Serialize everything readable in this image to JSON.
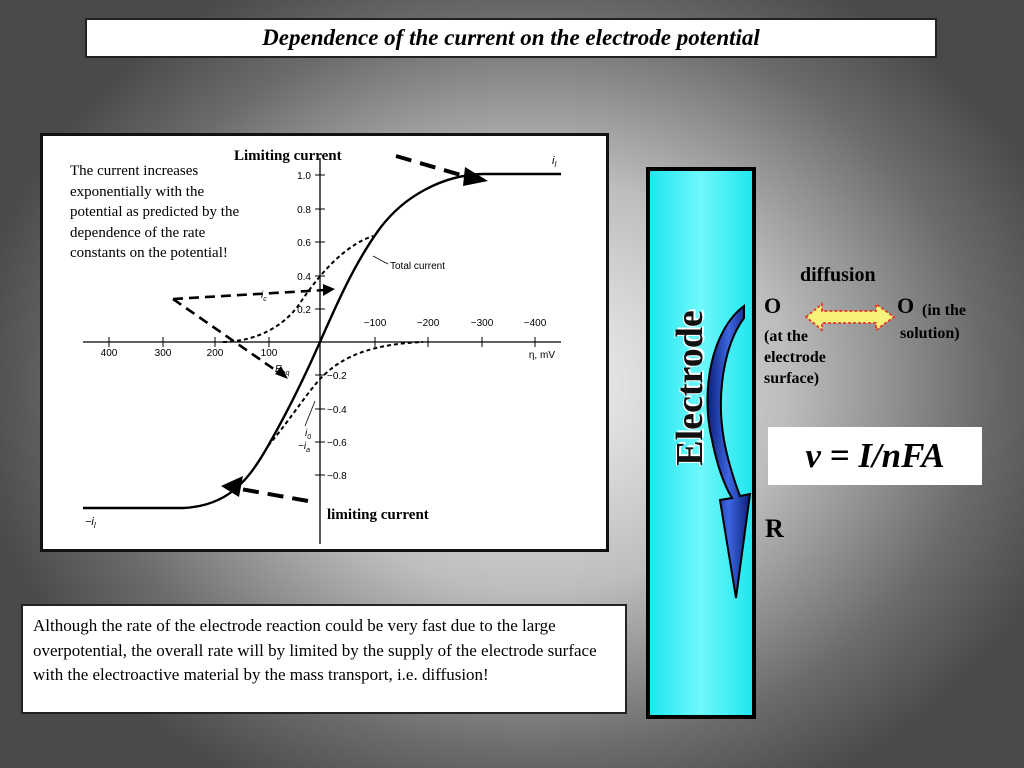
{
  "title": "Dependence of the current on the electrode potential",
  "plot": {
    "annotation_top": "Limiting current",
    "annotation_bottom": "limiting current",
    "note": "The current increases exponentially with the potential as predicted by the dependence of the rate constants on the potential!",
    "y_ticks_upper": [
      "1.0",
      "0.8",
      "0.6",
      "0.4",
      "0.2"
    ],
    "y_ticks_lower": [
      "−0.2",
      "−0.4",
      "−0.6",
      "−0.8"
    ],
    "x_ticks_left": [
      "400",
      "300",
      "200",
      "100"
    ],
    "x_ticks_right": [
      "−100",
      "−200",
      "−300",
      "−400"
    ],
    "x_axis_label": "η, mV",
    "label_il": "i",
    "label_il_sub": "l",
    "label_neg_il": "−i",
    "label_neg_il_sub": "l",
    "label_total": "Total current",
    "label_ic": "i",
    "label_ic_sub": "c",
    "label_eeq": "E",
    "label_eeq_sub": "eq",
    "label_i0": "i",
    "label_i0_sub": "0",
    "label_ia": "−i",
    "label_ia_sub": "a"
  },
  "bottom_text": "Although the rate of the electrode reaction could be very fast due to the large overpotential, the overall rate will by limited by the supply of the electrode surface with the electroactive material by the mass transport, i.e. diffusion!",
  "electrode_label": "Electrode",
  "diffusion_label": "diffusion",
  "o_left": "O",
  "o_left_note": "(at the electrode surface)",
  "o_right": "O",
  "o_right_note_1": "(in the",
  "o_right_note_2": "solution)",
  "r_label": "R",
  "formula": "v = I/nFA",
  "colors": {
    "electrode": "#2bf1f7",
    "arrow_blue": "#1f3fb5",
    "diffusion_arrow": "#f7f27a",
    "diffusion_arrow_border": "#e23a2a"
  }
}
